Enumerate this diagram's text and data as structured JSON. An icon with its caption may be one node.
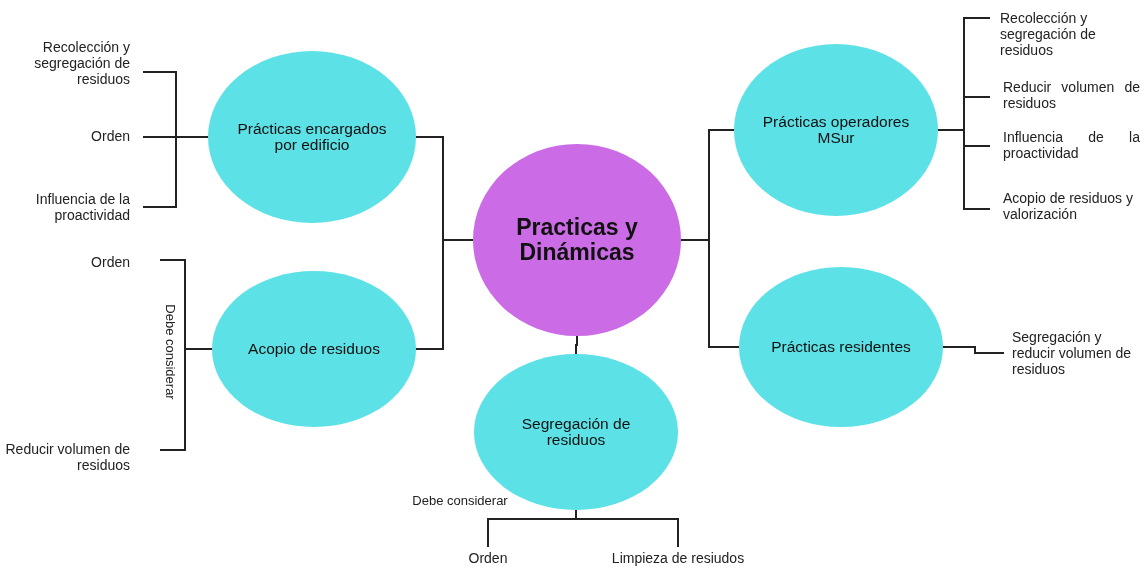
{
  "diagram": {
    "nodes": [
      {
        "text": [
          "Practicas y Dinámicas"
        ]
      },
      {
        "text": [
          "Prácticas encargados por edificio"
        ]
      },
      {
        "text": [
          "Acopio de residuos"
        ]
      },
      {
        "text": [
          "Segregación de residuos"
        ]
      },
      {
        "text": [
          "Prácticas operadores MSur"
        ]
      },
      {
        "text": [
          "Prácticas residentes"
        ]
      },
      {
        "text": [
          "Recolección y segregación de residuos"
        ]
      },
      {
        "text": [
          "Orden"
        ]
      },
      {
        "text": [
          "Influencia de la proactividad"
        ]
      },
      {
        "text": [
          "Orden"
        ]
      },
      {
        "text": [
          "Reducir volumen de residuos"
        ]
      },
      {
        "text": [
          "Orden"
        ]
      },
      {
        "text": [
          "Limpieza de resiudos"
        ]
      },
      {
        "text": [
          "Recolección y segregación de residuos"
        ]
      },
      {
        "text": [
          "Reducir volumen de residuos"
        ]
      },
      {
        "text": [
          "Influencia de la proactividad"
        ]
      },
      {
        "text": [
          "Acopio de residuos y valorización"
        ]
      },
      {
        "text": [
          "Segregación y reducir volumen de residuos"
        ]
      }
    ],
    "edges": [
      {
        "from": 0,
        "to": 1,
        "arrow": "none"
      },
      {
        "from": 0,
        "to": 2,
        "arrow": "none"
      },
      {
        "from": 0,
        "to": 4,
        "arrow": "none"
      },
      {
        "from": 0,
        "to": 5,
        "arrow": "none"
      },
      {
        "from": 0,
        "to": 3,
        "arrow": "none"
      },
      {
        "from": 1,
        "to": 6,
        "arrow": "none"
      },
      {
        "from": 1,
        "to": 7,
        "arrow": "none"
      },
      {
        "from": 1,
        "to": 8,
        "arrow": "none"
      },
      {
        "from": 2,
        "to": 9,
        "arrow": "none",
        "label": "Debe considerar"
      },
      {
        "from": 2,
        "to": 10,
        "arrow": "none"
      },
      {
        "from": 3,
        "to": 11,
        "arrow": "none",
        "label": "Debe considerar"
      },
      {
        "from": 3,
        "to": 12,
        "arrow": "none"
      },
      {
        "from": 4,
        "to": 13,
        "arrow": "none"
      },
      {
        "from": 4,
        "to": 14,
        "arrow": "none"
      },
      {
        "from": 4,
        "to": 15,
        "arrow": "none"
      },
      {
        "from": 4,
        "to": 16,
        "arrow": "none"
      },
      {
        "from": 5,
        "to": 17,
        "arrow": "none"
      }
    ]
  }
}
